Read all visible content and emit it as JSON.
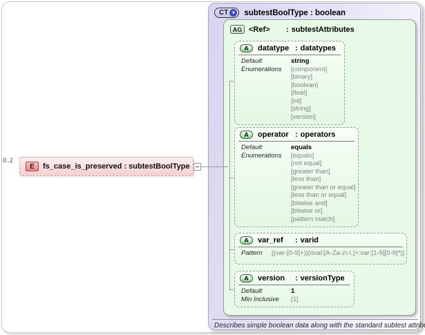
{
  "diagram": {
    "type_separator": ":"
  },
  "element": {
    "cardinality": "0..1",
    "badge": "E",
    "name": "fs_case_is_preserved",
    "type": "subtestBoolType",
    "label": "fs_case_is_preserved : subtestBoolType"
  },
  "complex_type": {
    "badge": "CT",
    "plus": "+",
    "title": "subtestBoolType : boolean",
    "description": "Describes simple boolean data along with the standard subtest attributes."
  },
  "attribute_group": {
    "badge": "AG",
    "name": "<Ref>",
    "type": "subtestAttributes"
  },
  "attributes": [
    {
      "badge": "A",
      "name": "datatype",
      "type": "datatypes",
      "facets": [
        {
          "label": "Default",
          "style": "bold",
          "values": [
            "string"
          ]
        },
        {
          "label": "Enumerations",
          "style": "muted",
          "values": [
            "[component]",
            "[binary]",
            "[boolean]",
            "[float]",
            "[int]",
            "[string]",
            "[version]"
          ]
        }
      ]
    },
    {
      "badge": "A",
      "name": "operator",
      "type": "operators",
      "facets": [
        {
          "label": "Default",
          "style": "bold",
          "values": [
            "equals"
          ]
        },
        {
          "label": "Enumerations",
          "style": "muted",
          "values": [
            "[equals]",
            "[not equal]",
            "[greater than]",
            "[less than]",
            "[greater than or equal]",
            "[less than or equal]",
            "[bitwise and]",
            "[bitwise or]",
            "[pattern match]"
          ]
        }
      ]
    },
    {
      "badge": "A",
      "name": "var_ref",
      "type": "varid",
      "facets": [
        {
          "label": "Pattern",
          "style": "muted",
          "values": [
            "[(var-[0-9]+)|(oval:[A-Za-z\\-\\.]+:var:[1-9][0-9]*)]"
          ]
        }
      ]
    },
    {
      "badge": "A",
      "name": "version",
      "type": "versionType",
      "facets": [
        {
          "label": "Default",
          "style": "bold",
          "values": [
            "1"
          ]
        },
        {
          "label": "Min Inclusive",
          "style": "muted",
          "values": [
            "[1]"
          ]
        }
      ]
    }
  ]
}
